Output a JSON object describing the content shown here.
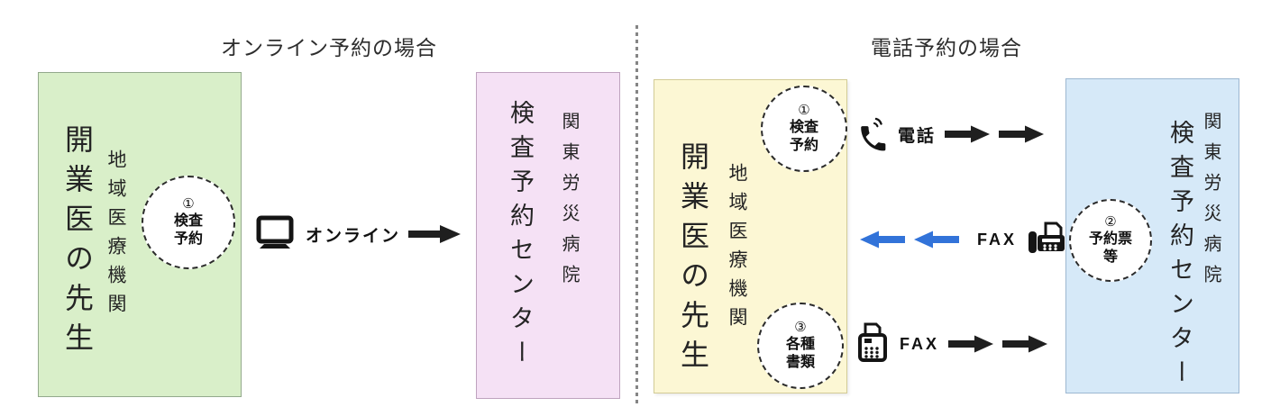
{
  "colors": {
    "sender_left_bg": "#d9efc9",
    "receiver_left_bg": "#f5e1f5",
    "sender_right_bg": "#fcf7d4",
    "receiver_right_bg": "#d6e9f8",
    "arrow_black": "#1f1f1f",
    "arrow_blue": "#3273d9",
    "divider_gray": "#858585"
  },
  "left_diagram": {
    "title": "オンライン予約の場合",
    "sender": {
      "primary": "開業医の先生",
      "secondary": "地域医療機関"
    },
    "step1": {
      "number": "①",
      "line1": "検査",
      "line2": "予約"
    },
    "channel_label": "オンライン",
    "receiver": {
      "primary": "検査予約センター",
      "secondary": "関東労災病院"
    }
  },
  "right_diagram": {
    "title": "電話予約の場合",
    "sender": {
      "primary": "開業医の先生",
      "secondary": "地域医療機関"
    },
    "receiver": {
      "primary": "検査予約センター",
      "secondary": "関東労災病院"
    },
    "step1": {
      "number": "①",
      "line1": "検査",
      "line2": "予約"
    },
    "step2": {
      "number": "②",
      "line1": "予約票",
      "line2": "等"
    },
    "step3": {
      "number": "③",
      "line1": "各種",
      "line2": "書類"
    },
    "phone_label": "電話",
    "fax_return_label": "FAX",
    "fax_send_label": "FAX"
  }
}
